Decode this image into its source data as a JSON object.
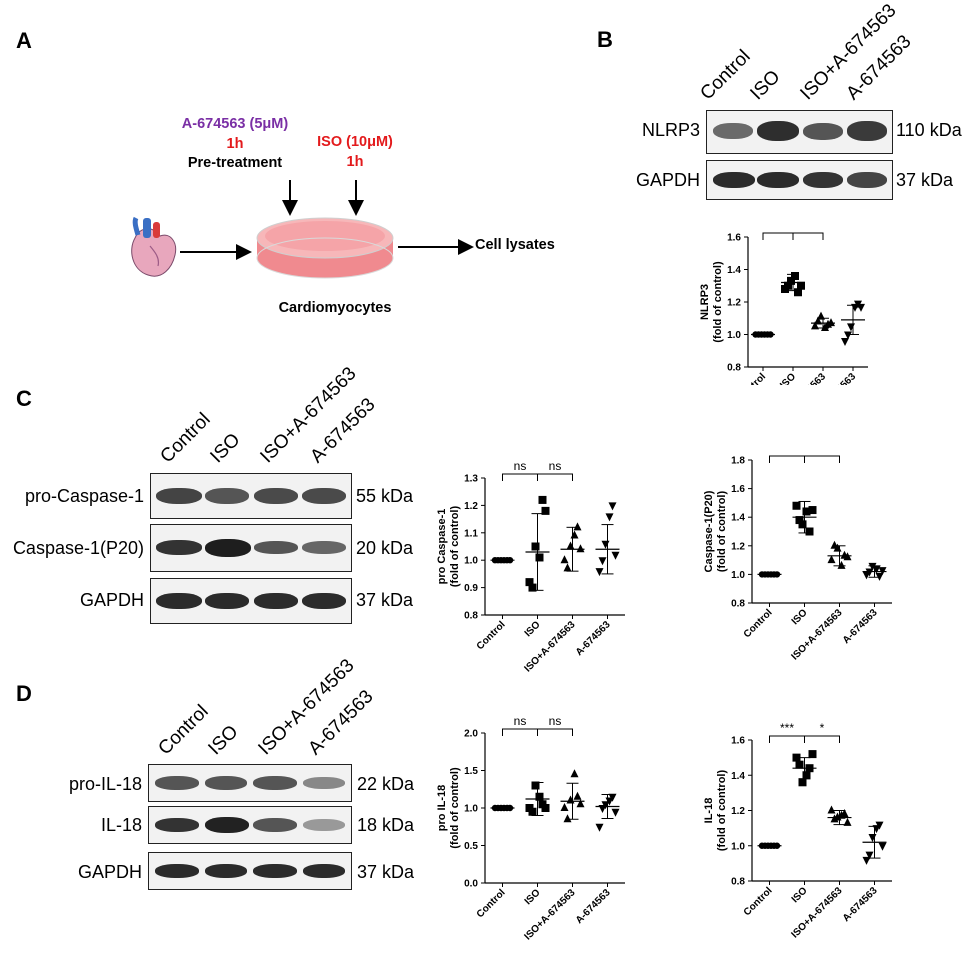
{
  "panels": {
    "A": "A",
    "B": "B",
    "C": "C",
    "D": "D"
  },
  "colors": {
    "purple": "#7a2fa5",
    "red": "#e31a1c",
    "band": "#2b2b2b",
    "dish": "#f08a8f"
  },
  "schematic": {
    "inhibitor": "A-674563 (5μM)",
    "inhibitor_time": "1h",
    "pretreatment": "Pre-treatment",
    "iso": "ISO (10μM)",
    "iso_time": "1h",
    "cells": "Cardiomyocytes",
    "output": "Cell lysates",
    "heart_icon": "heart-icon",
    "dish_icon": "petri-dish-icon"
  },
  "lanes": [
    "Control",
    "ISO",
    "ISO+A-674563",
    "A-674563"
  ],
  "blots": {
    "B": [
      {
        "label": "NLRP3",
        "kda": "110 kDa"
      },
      {
        "label": "GAPDH",
        "kda": "37 kDa"
      }
    ],
    "C": [
      {
        "label": "pro-Caspase-1",
        "kda": "55 kDa"
      },
      {
        "label": "Caspase-1(P20)",
        "kda": "20 kDa"
      },
      {
        "label": "GAPDH",
        "kda": "37 kDa"
      }
    ],
    "D": [
      {
        "label": "pro-IL-18",
        "kda": "22 kDa"
      },
      {
        "label": "IL-18",
        "kda": "18 kDa"
      },
      {
        "label": "GAPDH",
        "kda": "37 kDa"
      }
    ]
  },
  "chart_data": [
    {
      "id": "nlrp3",
      "type": "scatter",
      "ylabel": "NLRP3\n(fold of control)",
      "ylim": [
        0.8,
        1.6
      ],
      "yticks": [
        0.8,
        1.0,
        1.2,
        1.4,
        1.6
      ],
      "categories": [
        "Control",
        "ISO",
        "ISO+A-674563",
        "A-674563"
      ],
      "points": [
        [
          1.0,
          1.0,
          1.0,
          1.0,
          1.0,
          1.0
        ],
        [
          1.28,
          1.3,
          1.33,
          1.36,
          1.26,
          1.3
        ],
        [
          1.05,
          1.08,
          1.11,
          1.04,
          1.06,
          1.07
        ],
        [
          0.96,
          1.0,
          1.05,
          1.17,
          1.19,
          1.17
        ]
      ],
      "means": [
        1.0,
        1.32,
        1.07,
        1.09
      ],
      "sd": [
        0,
        0.05,
        0.03,
        0.09
      ],
      "sig": [
        {
          "from": 0,
          "to": 1,
          "label": "***"
        },
        {
          "from": 1,
          "to": 2,
          "label": "*"
        }
      ]
    },
    {
      "id": "procasp1",
      "type": "scatter",
      "ylabel": "pro Caspase-1\n(fold of control)",
      "ylim": [
        0.8,
        1.3
      ],
      "yticks": [
        0.8,
        0.9,
        1.0,
        1.1,
        1.2,
        1.3
      ],
      "categories": [
        "Control",
        "ISO",
        "ISO+A-674563",
        "A-674563"
      ],
      "points": [
        [
          1.0,
          1.0,
          1.0,
          1.0,
          1.0,
          1.0
        ],
        [
          0.92,
          0.9,
          1.05,
          1.01,
          1.22,
          1.18
        ],
        [
          1.0,
          0.97,
          1.05,
          1.09,
          1.12,
          1.04
        ],
        [
          0.96,
          1.0,
          1.06,
          1.16,
          1.2,
          1.02
        ]
      ],
      "means": [
        1.0,
        1.03,
        1.04,
        1.04
      ],
      "sd": [
        0,
        0.14,
        0.08,
        0.09
      ],
      "sig": [
        {
          "from": 0,
          "to": 1,
          "label": "ns"
        },
        {
          "from": 1,
          "to": 2,
          "label": "ns"
        }
      ]
    },
    {
      "id": "casp1p20",
      "type": "scatter",
      "ylabel": "Caspase-1(P20)\n(fold of control)",
      "ylim": [
        0.8,
        1.8
      ],
      "yticks": [
        0.8,
        1.0,
        1.2,
        1.4,
        1.6,
        1.8
      ],
      "categories": [
        "Control",
        "ISO",
        "ISO+A-674563",
        "A-674563"
      ],
      "points": [
        [
          1.0,
          1.0,
          1.0,
          1.0,
          1.0,
          1.0
        ],
        [
          1.48,
          1.38,
          1.35,
          1.44,
          1.3,
          1.45
        ],
        [
          1.1,
          1.2,
          1.18,
          1.06,
          1.13,
          1.12
        ],
        [
          1.0,
          1.02,
          1.06,
          1.04,
          0.99,
          1.03
        ]
      ],
      "means": [
        1.0,
        1.4,
        1.13,
        1.02
      ],
      "sd": [
        0,
        0.11,
        0.07,
        0.04
      ],
      "sig": [
        {
          "from": 0,
          "to": 1,
          "label": "***"
        },
        {
          "from": 1,
          "to": 2,
          "label": "*"
        }
      ]
    },
    {
      "id": "proil18",
      "type": "scatter",
      "ylabel": "pro IL-18\n(fold of control)",
      "ylim": [
        0.0,
        2.0
      ],
      "yticks": [
        0.0,
        0.5,
        1.0,
        1.5,
        2.0
      ],
      "categories": [
        "Control",
        "ISO",
        "ISO+A-674563",
        "A-674563"
      ],
      "points": [
        [
          1.0,
          1.0,
          1.0,
          1.0,
          1.0,
          1.0
        ],
        [
          1.0,
          0.95,
          1.3,
          1.15,
          1.05,
          1.0
        ],
        [
          1.0,
          0.85,
          1.1,
          1.45,
          1.15,
          1.05
        ],
        [
          0.75,
          1.0,
          1.05,
          1.1,
          1.15,
          0.95
        ]
      ],
      "means": [
        1.0,
        1.12,
        1.09,
        1.02
      ],
      "sd": [
        0,
        0.22,
        0.24,
        0.16
      ],
      "sig": [
        {
          "from": 0,
          "to": 1,
          "label": "ns"
        },
        {
          "from": 1,
          "to": 2,
          "label": "ns"
        }
      ]
    },
    {
      "id": "il18",
      "type": "scatter",
      "ylabel": "IL-18\n(fold of control)",
      "ylim": [
        0.8,
        1.6
      ],
      "yticks": [
        0.8,
        1.0,
        1.2,
        1.4,
        1.6
      ],
      "categories": [
        "Control",
        "ISO",
        "ISO+A-674563",
        "A-674563"
      ],
      "points": [
        [
          1.0,
          1.0,
          1.0,
          1.0,
          1.0,
          1.0
        ],
        [
          1.5,
          1.46,
          1.36,
          1.4,
          1.44,
          1.52
        ],
        [
          1.2,
          1.15,
          1.16,
          1.17,
          1.18,
          1.13
        ],
        [
          0.92,
          0.95,
          1.05,
          1.1,
          1.12,
          1.0
        ]
      ],
      "means": [
        1.0,
        1.44,
        1.16,
        1.02
      ],
      "sd": [
        0,
        0.06,
        0.04,
        0.09
      ],
      "sig": [
        {
          "from": 0,
          "to": 1,
          "label": "***"
        },
        {
          "from": 1,
          "to": 2,
          "label": "*"
        }
      ]
    }
  ]
}
